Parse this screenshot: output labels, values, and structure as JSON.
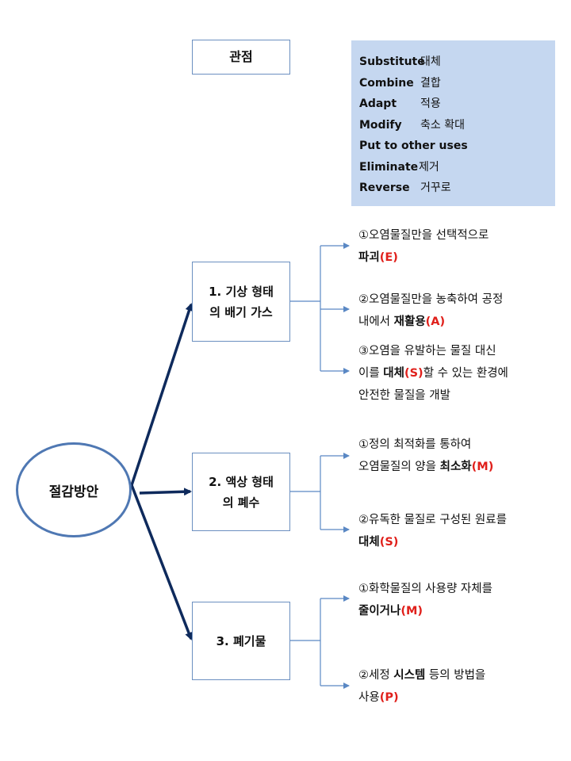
{
  "header": {
    "title": "관점"
  },
  "legend": [
    {
      "en": "Substitute",
      "ko": "대체"
    },
    {
      "en": "Combine",
      "ko": "결합"
    },
    {
      "en": "Adapt",
      "ko": "적용"
    },
    {
      "en": "Modify",
      "ko": "축소 확대"
    },
    {
      "en": "Put to other uses",
      "ko": ""
    },
    {
      "en": "Eliminate",
      "ko": "제거"
    },
    {
      "en": "Reverse",
      "ko": "거꾸로"
    }
  ],
  "root": {
    "label": "절감방안"
  },
  "categories": [
    {
      "line1": "1. 기상 형태",
      "line2": "의 배기 가스"
    },
    {
      "line1": "2. 액상 형태",
      "line2": "의 폐수"
    },
    {
      "line1": "3. 폐기물",
      "line2": ""
    }
  ],
  "items": {
    "c1_1": {
      "pre": "①오염물질만을 선택적으로",
      "pre2": "",
      "bold": "파괴",
      "tag": "(E)",
      "post": ""
    },
    "c1_2": {
      "pre": "②오염물질만을 농축하여 공정",
      "pre2": "내에서 ",
      "bold": "재활용",
      "tag": "(A)",
      "post": ""
    },
    "c1_3": {
      "pre": "③오염을 유발하는 물질 대신",
      "pre2": "이를 ",
      "bold": "대체",
      "tag": "(S)",
      "post": "할 수 있는 환경에",
      "line3": "안전한 물질을 개발"
    },
    "c2_1": {
      "pre": "①정의 최적화를 통하여",
      "pre2": "오염물질의 양을 ",
      "bold": "최소화",
      "tag": "(M)",
      "post": ""
    },
    "c2_2": {
      "pre": "②유독한 물질로 구성된 원료를",
      "pre2": "",
      "bold": "대체",
      "tag": "(S)",
      "post": ""
    },
    "c3_1": {
      "pre": "①화학물질의 사용량 자체를",
      "pre2": "",
      "bold": "줄이거나",
      "tag": "(M)",
      "post": ""
    },
    "c3_2": {
      "pre": "②세정 ",
      "mid_bold": "시스템",
      "pre_post": " 등의 방법을",
      "pre2": "",
      "bold": "",
      "plain2": "사용",
      "tag": "(P)",
      "post": ""
    }
  }
}
